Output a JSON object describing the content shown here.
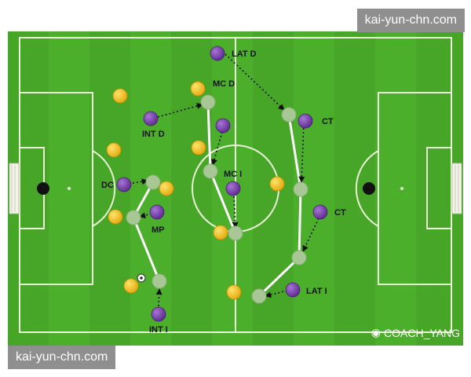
{
  "watermark_top": "kai-yun-chn.com",
  "watermark_bottom": "kai-yun-chn.com",
  "credit": "COACH_YANG",
  "colors": {
    "pitch_light": "#4caf2b",
    "pitch_dark": "#3f9a22",
    "lines": "#e8f5d6",
    "team_a": "#f2c21a",
    "team_b": "#7a3fb0",
    "cone": "#9dc28a",
    "ball_black": "#111111"
  },
  "players_purple": [
    {
      "label": "LAT D"
    },
    {
      "label": "INT D"
    },
    {
      "label": ""
    },
    {
      "label": "CT"
    },
    {
      "label": "DC"
    },
    {
      "label": "MC I"
    },
    {
      "label": "MP"
    },
    {
      "label": "CT"
    },
    {
      "label": "LAT I"
    },
    {
      "label": "INT I"
    }
  ],
  "labels": {
    "mc_d": "MC D"
  }
}
